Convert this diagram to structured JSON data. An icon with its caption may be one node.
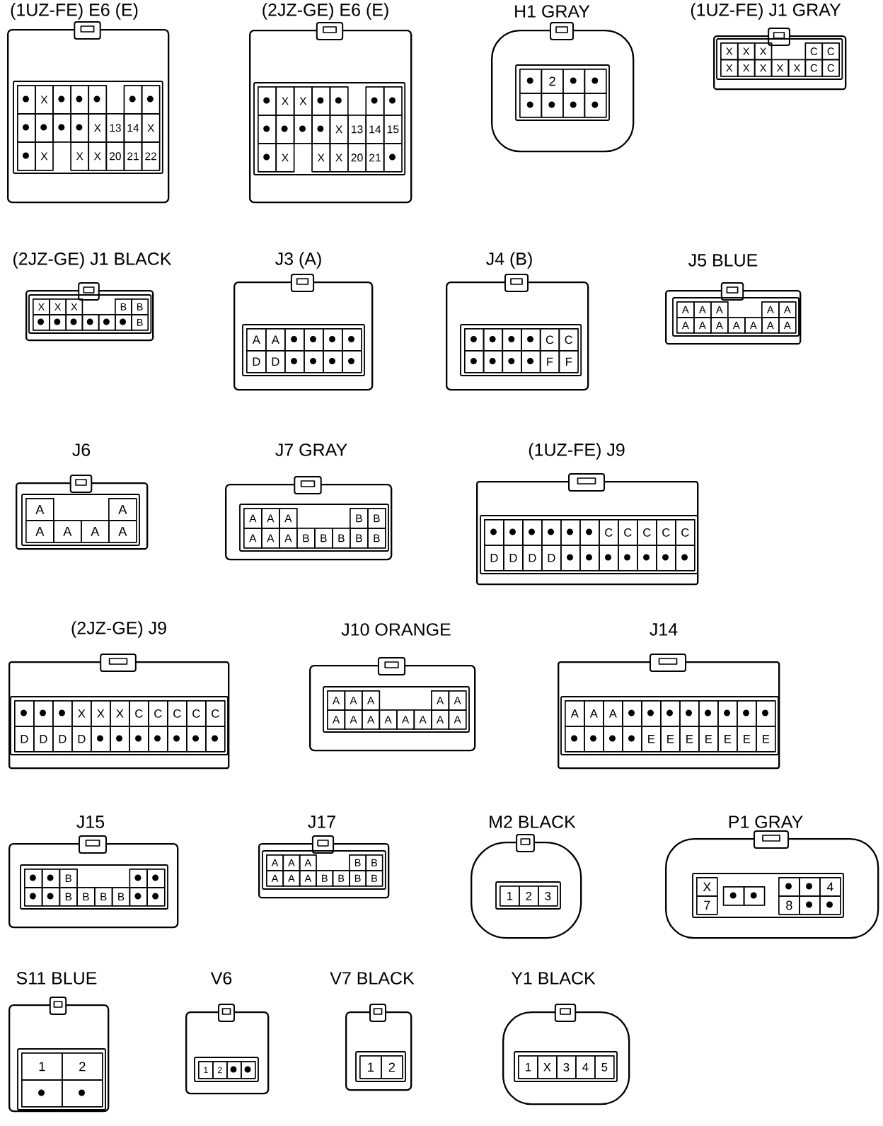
{
  "diagram": {
    "nodes": [
      {
        "text": [
          "(1UZ-FE)  E6 (E)",
          "X",
          "X",
          "13",
          "14",
          "X",
          "X",
          "X",
          "X",
          "20",
          "21",
          "22"
        ]
      },
      {
        "text": [
          "(2JZ-GE)  E6 (E)",
          "X",
          "X",
          "X",
          "13",
          "14",
          "15",
          "X",
          "X",
          "X",
          "20",
          "21"
        ]
      },
      {
        "text": [
          "H1  GRAY",
          "2"
        ]
      },
      {
        "text": [
          "(1UZ-FE)  J1  GRAY",
          "X",
          "X",
          "X",
          "C",
          "C",
          "X",
          "X",
          "X",
          "X",
          "X",
          "C",
          "C"
        ]
      },
      {
        "text": [
          "(2JZ-GE)  J1  BLACK",
          "X",
          "X",
          "X",
          "B",
          "B",
          "B"
        ]
      },
      {
        "text": [
          "J3 (A)",
          "A",
          "A",
          "D",
          "D"
        ]
      },
      {
        "text": [
          "J4 (B)",
          "C",
          "C",
          "F",
          "F"
        ]
      },
      {
        "text": [
          "J5  BLUE",
          "A",
          "A",
          "A",
          "A",
          "A",
          "A",
          "A",
          "A",
          "A",
          "A",
          "A",
          "A"
        ]
      },
      {
        "text": [
          "J6",
          "A",
          "A",
          "A",
          "A",
          "A",
          "A"
        ]
      },
      {
        "text": [
          "J7  GRAY",
          "A",
          "A",
          "A",
          "B",
          "B",
          "A",
          "A",
          "A",
          "B",
          "B",
          "B",
          "B",
          "B"
        ]
      },
      {
        "text": [
          "(1UZ-FE)  J9",
          "C",
          "C",
          "C",
          "C",
          "C",
          "D",
          "D",
          "D",
          "D"
        ]
      },
      {
        "text": [
          "(2JZ-GE)  J9",
          "X",
          "X",
          "X",
          "C",
          "C",
          "C",
          "C",
          "C",
          "D",
          "D",
          "D",
          "D"
        ]
      },
      {
        "text": [
          "J10  ORANGE",
          "A",
          "A",
          "A",
          "A",
          "A",
          "A",
          "A",
          "A",
          "A",
          "A",
          "A",
          "A",
          "A"
        ]
      },
      {
        "text": [
          "J14",
          "A",
          "A",
          "A",
          "E",
          "E",
          "E",
          "E",
          "E",
          "E",
          "E"
        ]
      },
      {
        "text": [
          "J15",
          "B",
          "B",
          "B",
          "B",
          "B"
        ]
      },
      {
        "text": [
          "J17",
          "A",
          "A",
          "A",
          "B",
          "B",
          "A",
          "A",
          "A",
          "B",
          "B",
          "B",
          "B"
        ]
      },
      {
        "text": [
          "M2  BLACK",
          "1",
          "2",
          "3"
        ]
      },
      {
        "text": [
          "P1  GRAY",
          "X",
          "4",
          "7",
          "8"
        ]
      },
      {
        "text": [
          "S11  BLUE",
          "1",
          "2"
        ]
      },
      {
        "text": [
          "V6",
          "1",
          "2"
        ]
      },
      {
        "text": [
          "V7  BLACK",
          "1",
          "2"
        ]
      },
      {
        "text": [
          "Y1  BLACK",
          "1",
          "X",
          "3",
          "4",
          "5"
        ]
      }
    ]
  }
}
